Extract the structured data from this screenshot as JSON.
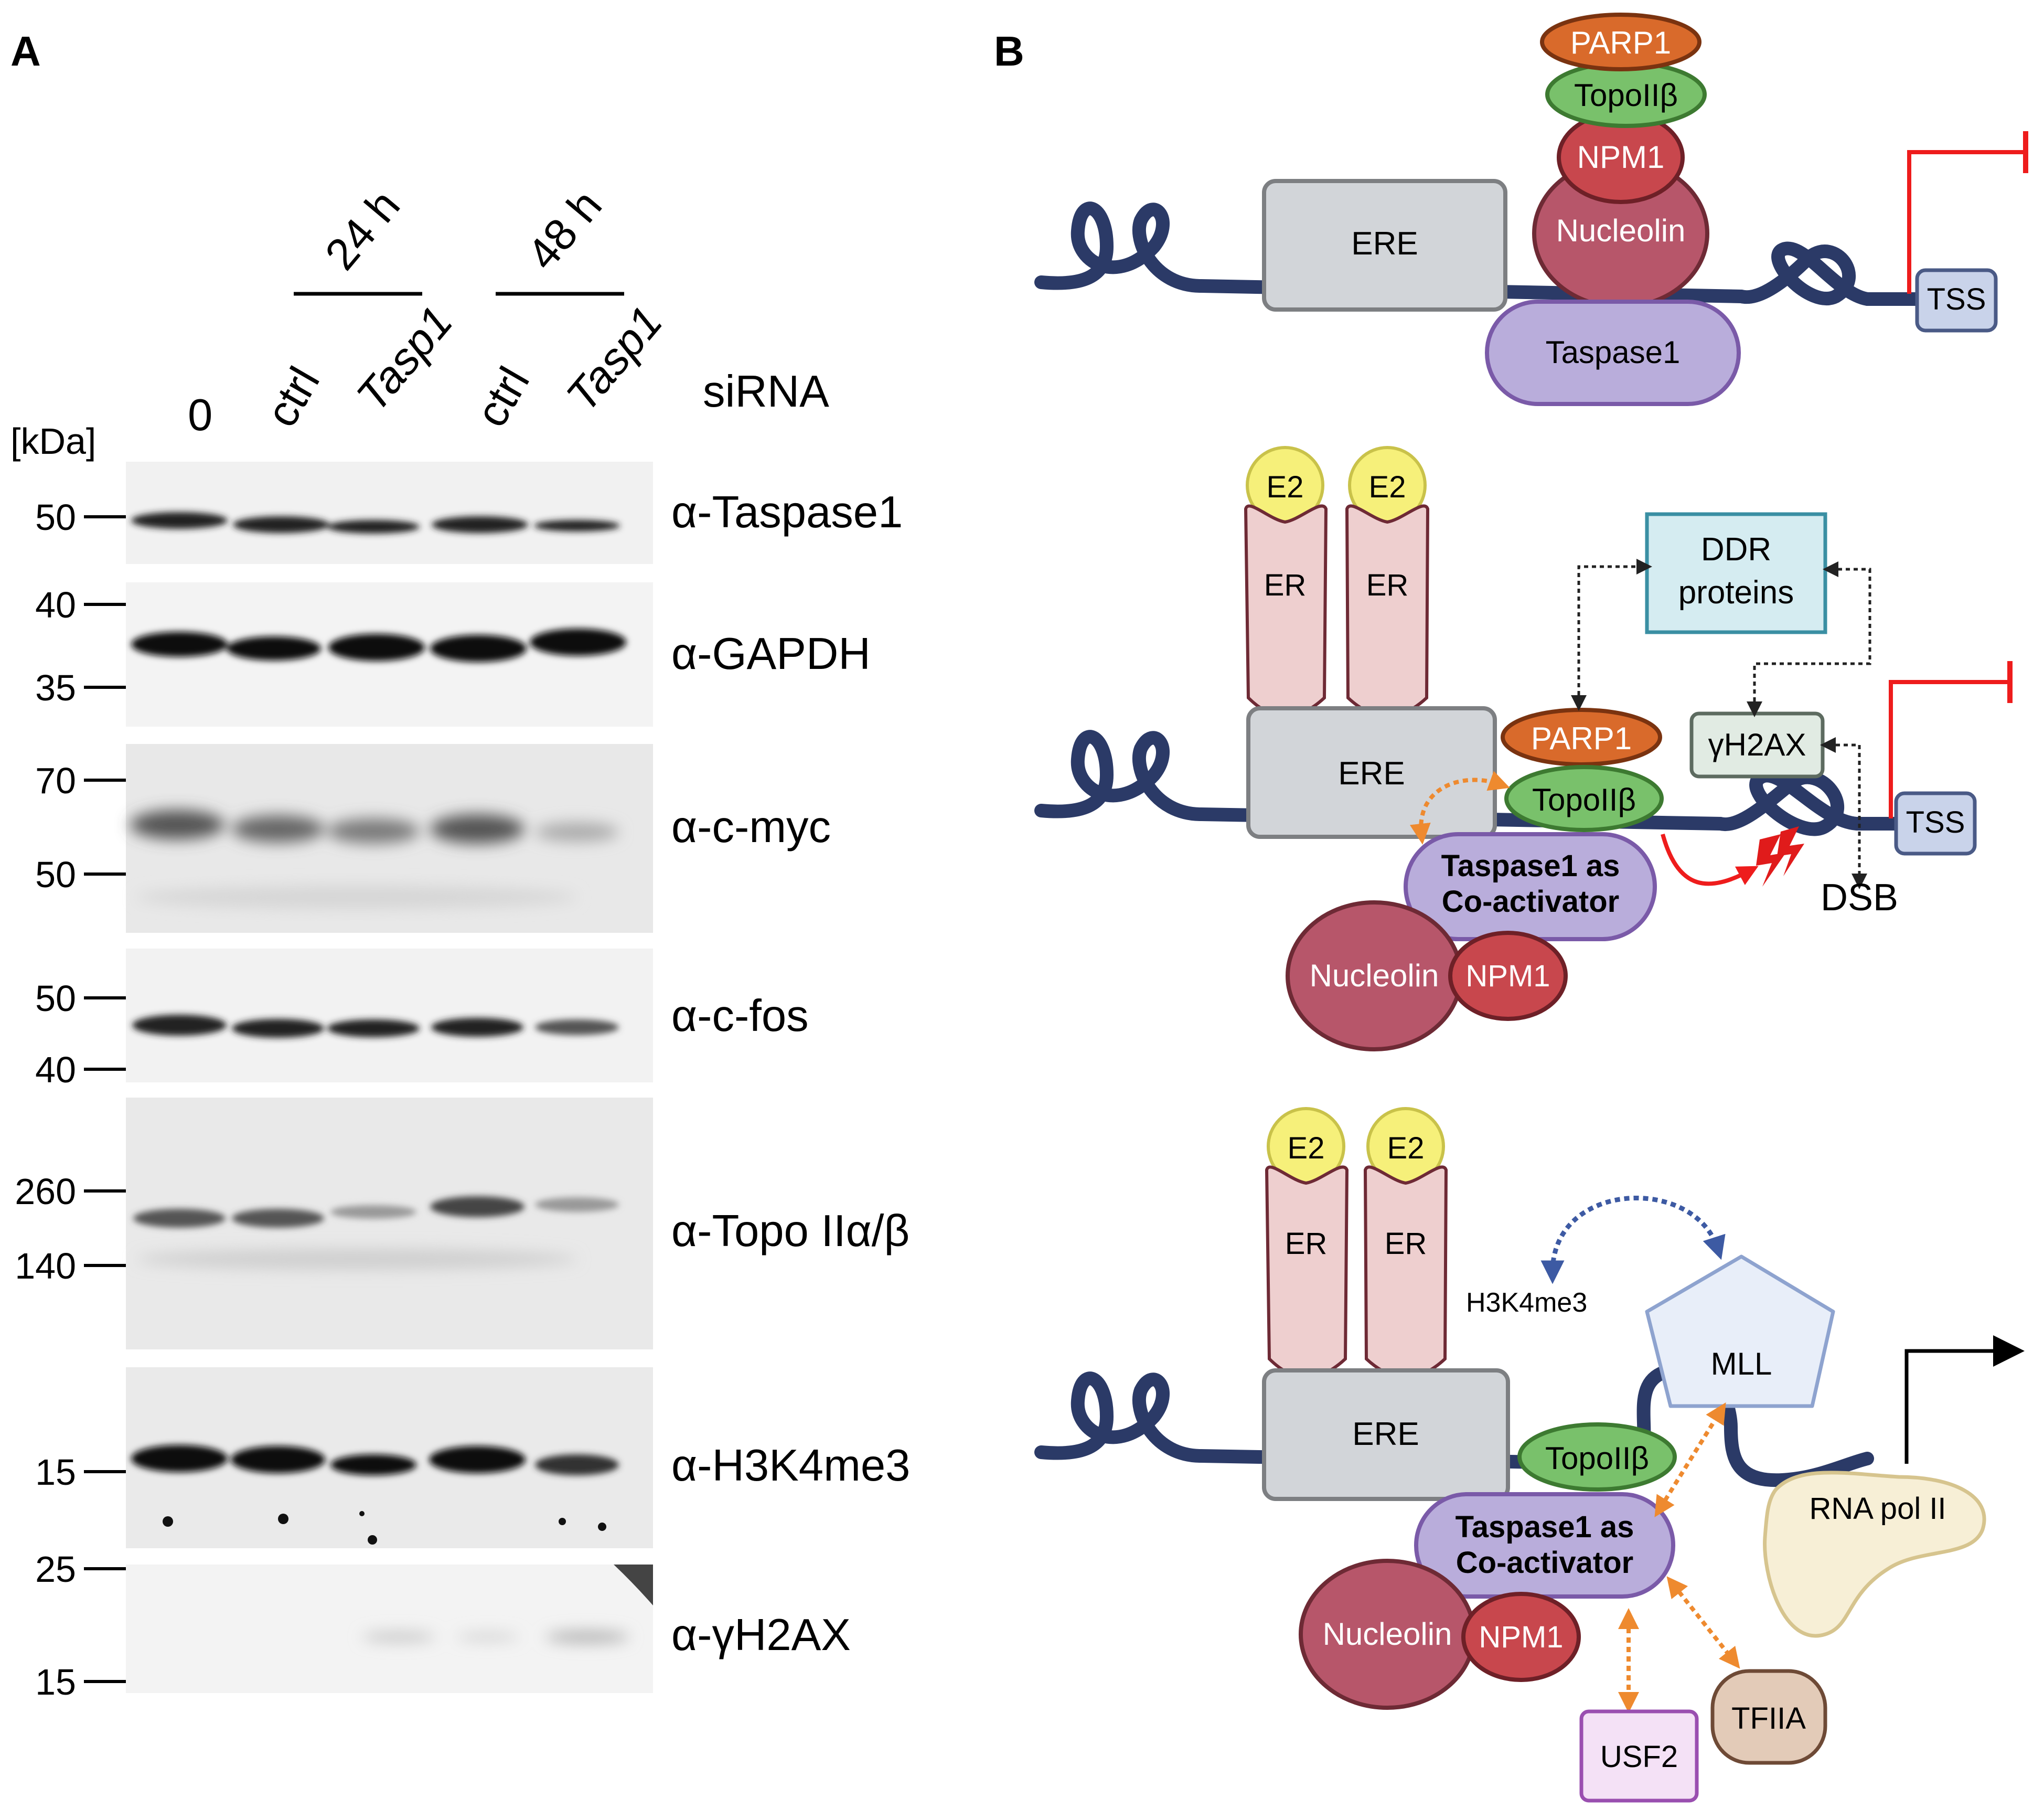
{
  "panel_a": {
    "letter": "A",
    "time_24": "24 h",
    "time_48": "48 h",
    "lane_0": "0",
    "lane_ctrl_24": "ctrl",
    "lane_tasp1_24": "Tasp1",
    "lane_ctrl_48": "ctrl",
    "lane_tasp1_48": "Tasp1",
    "sirna_label": "siRNA",
    "kda_label": "[kDa]",
    "blots": [
      {
        "antibody": "α-Taspase1",
        "markers": [
          "50"
        ]
      },
      {
        "antibody": "α-GAPDH",
        "markers": [
          "40",
          "35"
        ]
      },
      {
        "antibody": "α-c-myc",
        "markers": [
          "70",
          "50"
        ]
      },
      {
        "antibody": "α-c-fos",
        "markers": [
          "50",
          "40"
        ]
      },
      {
        "antibody": "α-Topo IIα/β",
        "markers": [
          "260",
          "140"
        ]
      },
      {
        "antibody": "α-H3K4me3",
        "markers": [
          "15"
        ]
      },
      {
        "antibody": "α-γH2AX",
        "markers": [
          "25",
          "15"
        ]
      }
    ]
  },
  "panel_b": {
    "letter": "B",
    "top": {
      "parp1": "PARP1",
      "topo": "TopoIIβ",
      "npm1": "NPM1",
      "nucleolin": "Nucleolin",
      "ere": "ERE",
      "taspase1": "Taspase1",
      "tss": "TSS"
    },
    "middle": {
      "e2_left": "E2",
      "e2_right": "E2",
      "er_left": "ER",
      "er_right": "ER",
      "ere": "ERE",
      "ddr_line1": "DDR",
      "ddr_line2": "proteins",
      "gh2ax": "γH2AX",
      "parp1": "PARP1",
      "topo": "TopoIIβ",
      "tss": "TSS",
      "tasp_line1": "Taspase1 as",
      "tasp_line2": "Co-activator",
      "nucleolin": "Nucleolin",
      "npm1": "NPM1",
      "dsb": "DSB"
    },
    "bottom": {
      "e2_left": "E2",
      "e2_right": "E2",
      "er_left": "ER",
      "er_right": "ER",
      "h3k4me3": "H3K4me3",
      "mll": "MLL",
      "ere": "ERE",
      "topo": "TopoIIβ",
      "tasp_line1": "Taspase1 as",
      "tasp_line2": "Co-activator",
      "rnapol": "RNA pol II",
      "nucleolin": "Nucleolin",
      "npm1": "NPM1",
      "usf2": "USF2",
      "tfiia": "TFIIA"
    }
  },
  "colors": {
    "dna": "#2b3a67",
    "ere_fill": "#d2d5d9",
    "parp1": "#d96a2b",
    "topo": "#79c16b",
    "npm1": "#c8474d",
    "nucleolin": "#b7566a",
    "taspase": "#b9addb",
    "tss": "#c9d3ea",
    "er": "#eecfcf",
    "e2": "#f6f07a",
    "ddr": "#d5ecf1",
    "gh2ax": "#e1ebe3",
    "mll": "#e8eef9",
    "rnapol": "#f7efd6",
    "usf2": "#f4e1f6",
    "tfiia": "#e3cbb8",
    "arrow_orange": "#ee8a2f",
    "arrow_red": "#ee1c1c",
    "arrow_blue": "#3d5aa3"
  }
}
